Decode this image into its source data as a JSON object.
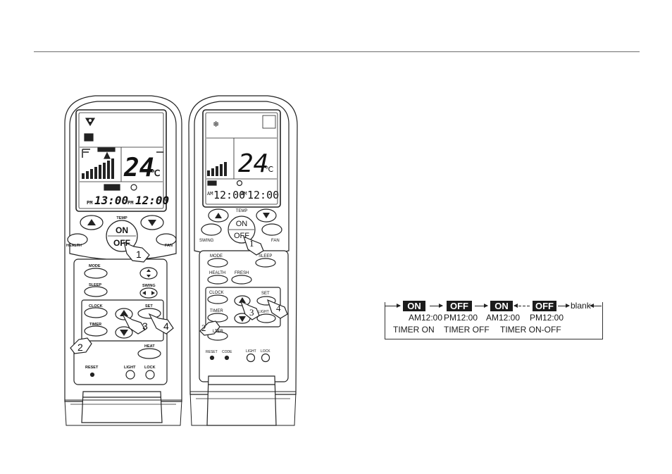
{
  "left_remote": {
    "temperature": "24",
    "unit": "℃",
    "clock_left_ampm": "PM",
    "clock_left_time": "13:00",
    "clock_right_ampm": "PM",
    "clock_right_time": "12:00",
    "buttons": {
      "temp": "TEMP",
      "on": "ON",
      "off": "OFF",
      "health": "HEALTH",
      "fan": "FAN",
      "mode": "MODE",
      "sleep": "SLEEP",
      "swing": "SWING",
      "clock": "CLOCK",
      "set": "SET",
      "timer": "TIMER",
      "heat": "HEAT",
      "reset": "RESET",
      "light": "LIGHT",
      "lock": "LOCK"
    },
    "steps": [
      "1",
      "2",
      "3",
      "4"
    ]
  },
  "right_remote": {
    "temperature": "24",
    "unit": "℃",
    "clock_left_ampm": "AM",
    "clock_left_time": "12:00",
    "clock_right_ampm": "AM",
    "clock_right_time": "12:00",
    "buttons": {
      "temp": "TEMP",
      "on": "ON",
      "off": "OFF",
      "swing": "SWING",
      "fan": "FAN",
      "mode": "MODE",
      "sleep": "SLEEP",
      "health": "HEALTH",
      "fresh": "FRESH",
      "clock": "CLOCK",
      "set": "SET",
      "timer": "TIMER",
      "light_partial": "LIGHT",
      "filter_partial": "LTER",
      "reset": "RESET",
      "code": "CODE",
      "light": "LIGHT",
      "lock": "LOCK"
    },
    "steps": [
      "1",
      "2",
      "3",
      "4"
    ]
  },
  "timer_sequence": {
    "stages": [
      {
        "badge": "ON",
        "time": "AM12:00",
        "caption": "TIMER ON"
      },
      {
        "badge": "OFF",
        "time": "PM12:00",
        "caption": "TIMER OFF"
      },
      {
        "badge": "ON",
        "time": "AM12:00",
        "caption": "TIMER ON-OFF"
      },
      {
        "badge": "OFF",
        "time": "PM12:00",
        "caption": ""
      }
    ],
    "blank_label": "blank"
  }
}
